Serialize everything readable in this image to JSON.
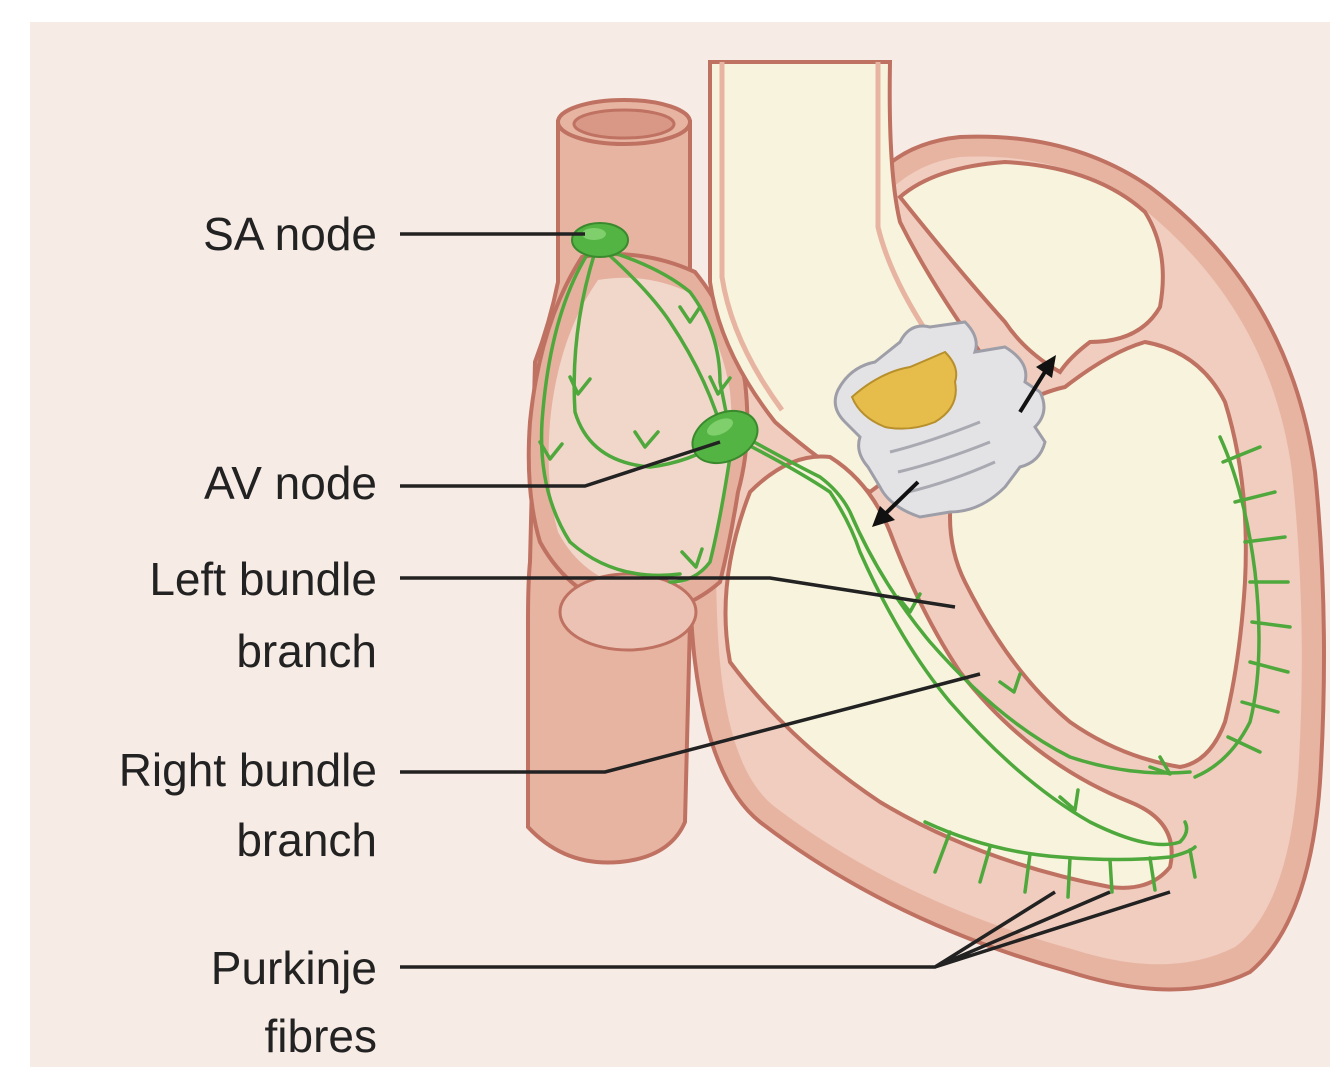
{
  "labels": {
    "sa_node": "SA node",
    "av_node": "AV node",
    "left_bundle_line1": "Left bundle",
    "left_bundle_line2": "branch",
    "right_bundle_line1": "Right bundle",
    "right_bundle_line2": "branch",
    "purkinje_line1": "Purkinje",
    "purkinje_line2": "fibres"
  },
  "colors": {
    "background": "#f7ebe5",
    "muscle": "#e8b4a2",
    "muscle_dark": "#cf8776",
    "muscle_outline": "#bf7262",
    "atrium_inner": "#f1d6ca",
    "chamber": "#f7f3dc",
    "conduction": "#4ea83c",
    "node": "#53b343",
    "valve": "#e3e3e6",
    "valve_leaflet": "#e6bc4a",
    "leader_line": "#222222"
  }
}
